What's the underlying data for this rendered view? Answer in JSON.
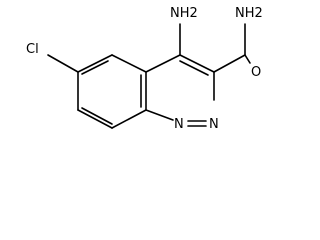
{
  "molecule": {
    "amino_label": "NH2",
    "amide_nitrogen_label": "NH2",
    "carbonyl_oxygen_label": "O",
    "chloro_label": "Cl",
    "ring_nitrogen_2_label": "N",
    "ring_nitrogen_1_label": "N"
  },
  "colors": {
    "bond": "#000000",
    "label": "#000000",
    "background": "#ffffff"
  }
}
